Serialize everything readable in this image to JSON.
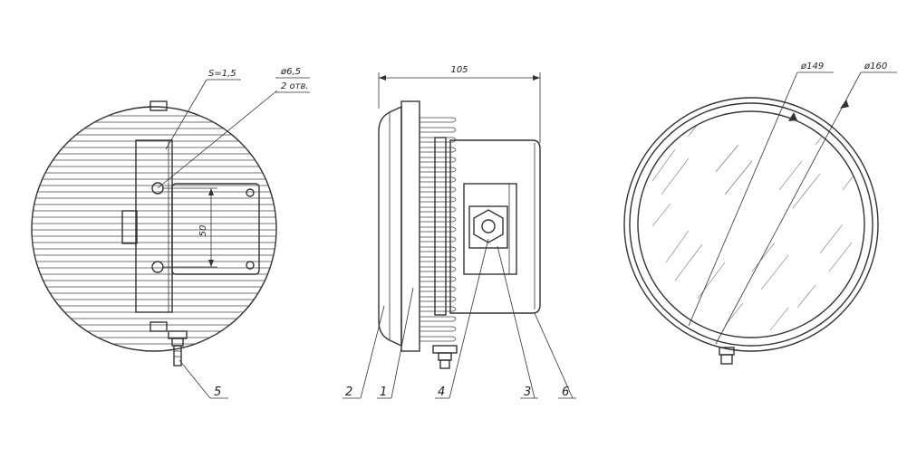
{
  "left_view": {
    "callout_thickness": "S=1,5",
    "callout_hole_diameter": "ø6,5",
    "callout_hole_count": "2 отв.",
    "dim_hole_spacing": "50",
    "part_5": "5"
  },
  "side_view": {
    "dim_length": "105",
    "part_2": "2",
    "part_1": "1",
    "part_4": "4",
    "part_3": "3",
    "part_6": "6"
  },
  "right_view": {
    "dim_inner_diameter": "ø149",
    "dim_outer_diameter": "ø160"
  }
}
